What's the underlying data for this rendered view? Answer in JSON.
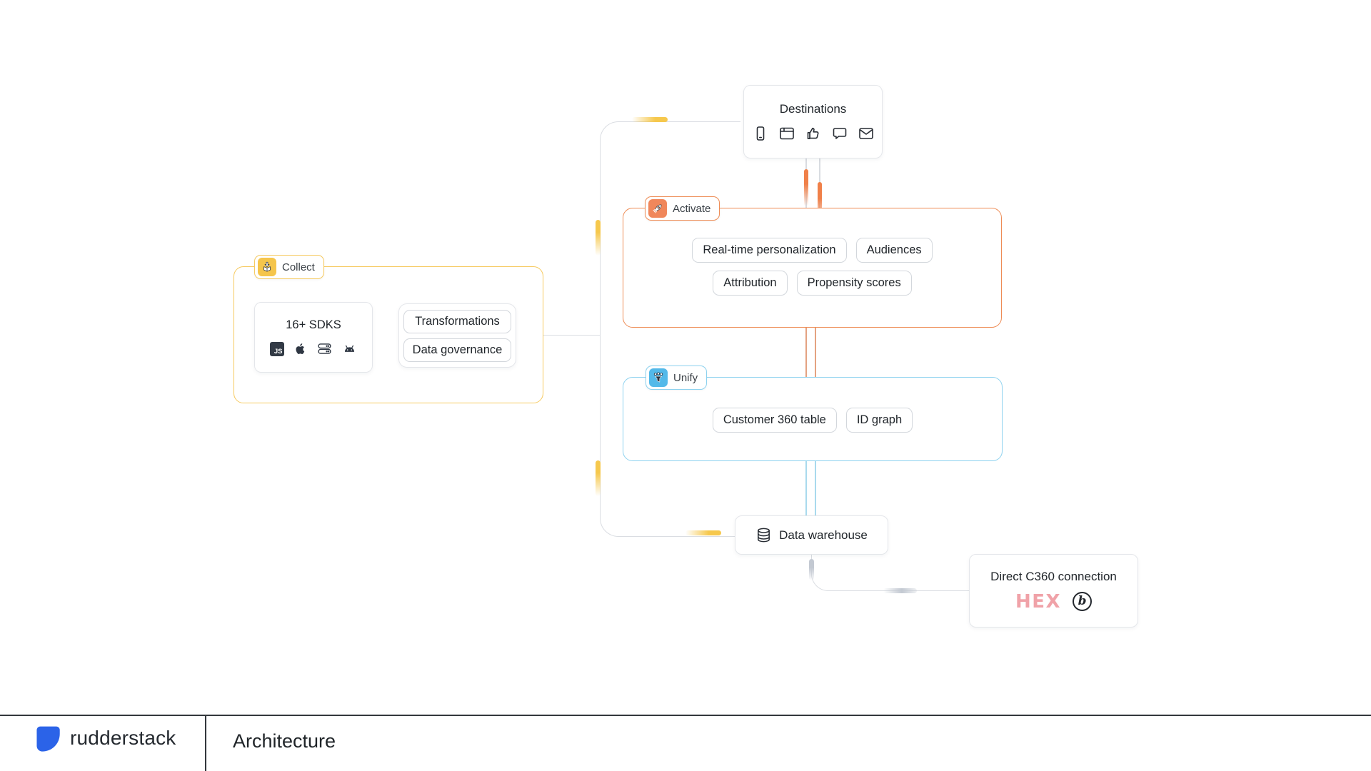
{
  "destinations": {
    "title": "Destinations",
    "icons": [
      "smartphone-icon",
      "browser-icon",
      "thumbs-up-icon",
      "chat-icon",
      "mail-icon"
    ]
  },
  "activate": {
    "label": "Activate",
    "icon": "rocket-icon",
    "pills": [
      "Real-time personalization",
      "Audiences",
      "Attribution",
      "Propensity scores"
    ]
  },
  "collect": {
    "label": "Collect",
    "icon": "inbox-box-icon",
    "sdk_card": {
      "title": "16+ SDKS",
      "js_label": "JS",
      "icons": [
        "javascript-icon",
        "apple-icon",
        "server-icon",
        "android-icon"
      ]
    },
    "pills": [
      "Transformations",
      "Data governance"
    ]
  },
  "unify": {
    "label": "Unify",
    "icon": "identity-funnel-icon",
    "pills": [
      "Customer 360 table",
      "ID graph"
    ]
  },
  "data_warehouse": {
    "label": "Data warehouse",
    "icon": "database-icon"
  },
  "direct_c360": {
    "title": "Direct C360 connection",
    "hex_label": "HEX",
    "b_label": "b"
  },
  "footer": {
    "brand": "rudderstack",
    "page_title": "Architecture"
  },
  "colors": {
    "collect_yellow": "#f5c54b",
    "activate_orange": "#ee8c55",
    "unify_blue": "#53b9e9",
    "line_gray": "#dadde2",
    "pulse_yellow": "#f6c84d",
    "pulse_orange": "#f08049",
    "hex_pink": "#f0a2a8",
    "brand_blue": "#2b63e8"
  }
}
